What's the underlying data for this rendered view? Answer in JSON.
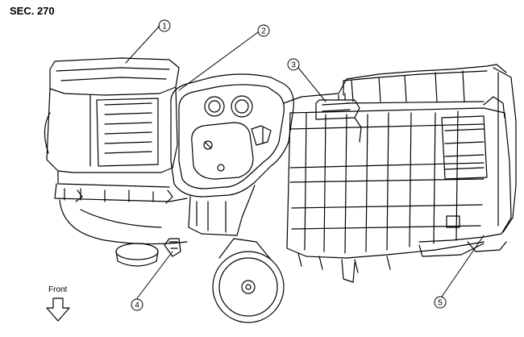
{
  "section_label": "SEC. 270",
  "callouts": [
    "1",
    "2",
    "3",
    "4",
    "5"
  ],
  "front": {
    "label": "Front"
  }
}
